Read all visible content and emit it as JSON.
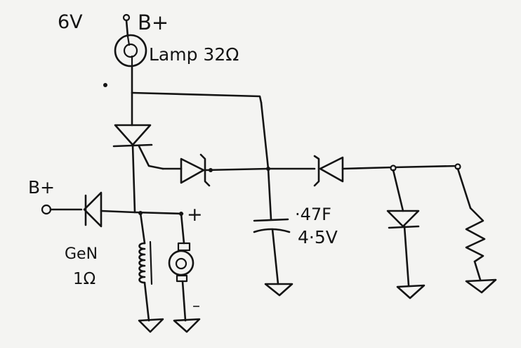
{
  "labels": {
    "supply_voltage": "6V",
    "bplus_top": "B+",
    "lamp": "Lamp 32Ω",
    "bplus_left": "B+",
    "gen_name": "GeN",
    "gen_resistance": "1Ω",
    "plus_sign": "+",
    "minus_sign": "–",
    "cap_value": "·47F",
    "cap_voltage": "4·5V"
  },
  "icons": {
    "lamp": "lamp-icon",
    "scr": "scr-icon",
    "zener": "zener-diode-icon",
    "diode": "diode-icon",
    "capacitor": "capacitor-icon",
    "inductor": "inductor-icon",
    "motor": "motor-icon",
    "resistor": "resistor-icon",
    "ground": "ground-icon"
  },
  "colors": {
    "ink": "#141414",
    "paper": "#f4f4f2"
  }
}
